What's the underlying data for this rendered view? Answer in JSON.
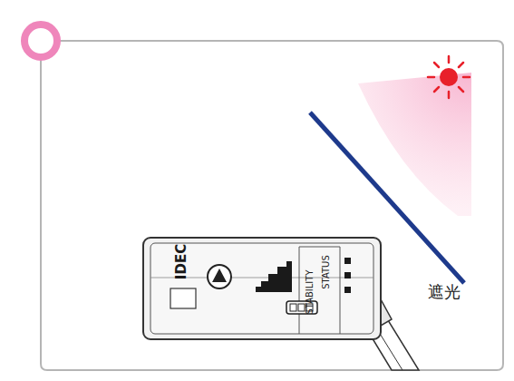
{
  "diagram": {
    "labels": [
      "IDEC",
      "STABILITY",
      "STATUS",
      "遮光"
    ]
  }
}
